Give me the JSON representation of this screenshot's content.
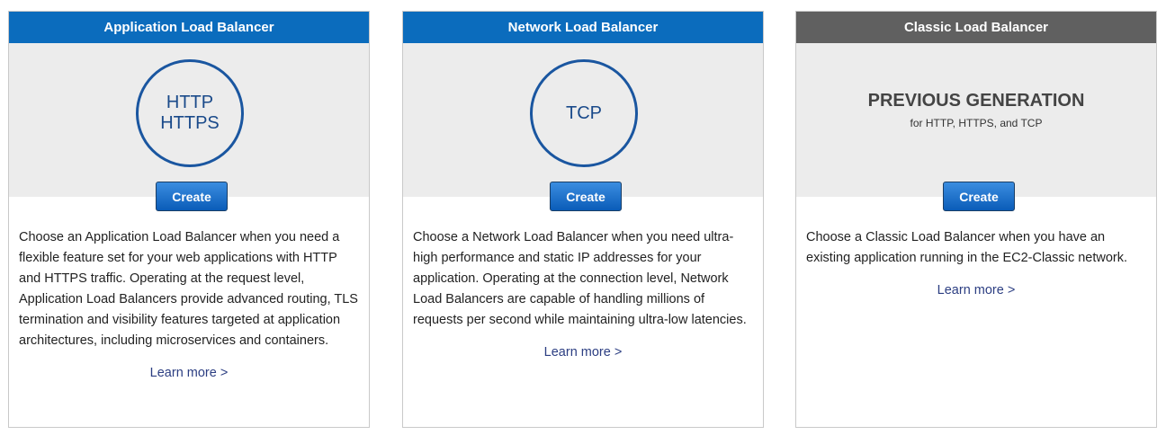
{
  "cards": [
    {
      "header": "Application Load Balancer",
      "protocol_lines": [
        "HTTP",
        "HTTPS"
      ],
      "create_label": "Create",
      "description": "Choose an Application Load Balancer when you need a flexible feature set for your web applications with HTTP and HTTPS traffic. Operating at the request level, Application Load Balancers provide advanced routing, TLS termination and visibility features targeted at application architectures, including microservices and containers.",
      "learn_more": "Learn more >",
      "header_color": "#0b6cbd"
    },
    {
      "header": "Network Load Balancer",
      "protocol_lines": [
        "TCP"
      ],
      "create_label": "Create",
      "description": "Choose a Network Load Balancer when you need ultra-high performance and static IP addresses for your application. Operating at the connection level, Network Load Balancers are capable of handling millions of requests per second while maintaining ultra-low latencies.",
      "learn_more": "Learn more >",
      "header_color": "#0b6cbd"
    },
    {
      "header": "Classic Load Balancer",
      "generation_title": "PREVIOUS GENERATION",
      "generation_subtitle": "for HTTP, HTTPS, and TCP",
      "create_label": "Create",
      "description": "Choose a Classic Load Balancer when you have an existing application running in the EC2-Classic network.",
      "learn_more": "Learn more >",
      "header_color": "#606060"
    }
  ]
}
